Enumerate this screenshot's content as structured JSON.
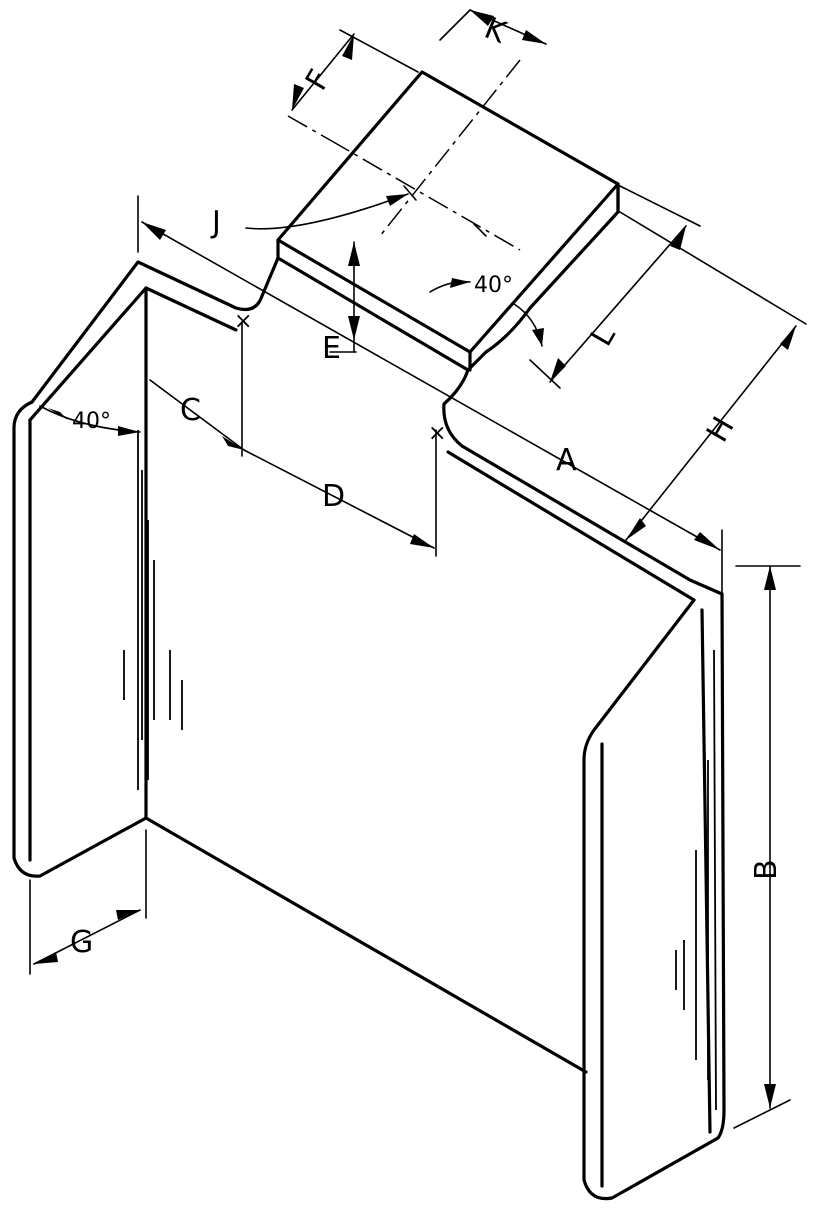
{
  "labels": {
    "A": "A",
    "B": "B",
    "C": "C",
    "D": "D",
    "E": "E",
    "F": "F",
    "G": "G",
    "H": "H",
    "J": "J",
    "K": "K",
    "L": "L",
    "angle_left": "40°",
    "angle_tab": "40°"
  }
}
